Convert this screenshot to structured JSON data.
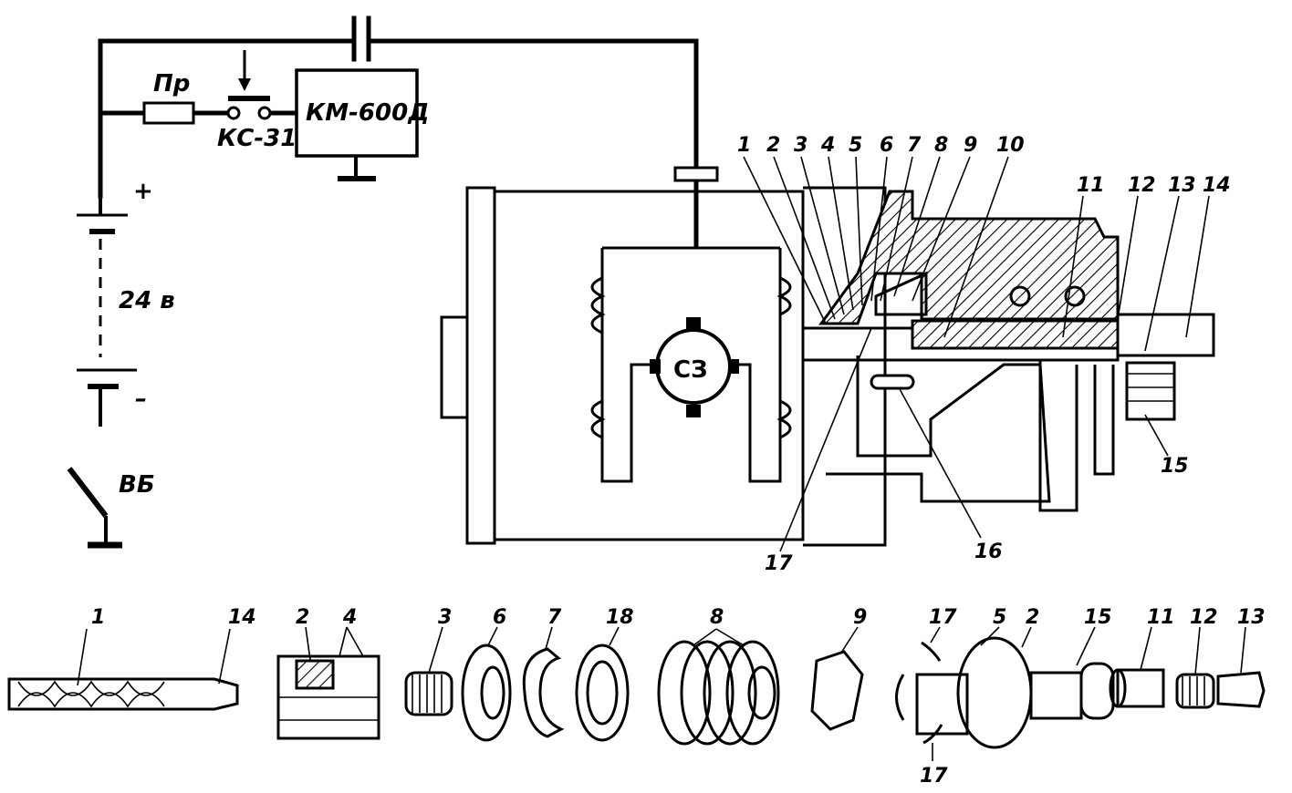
{
  "circuit": {
    "fuse_label": "Пр",
    "button_label": "КС-31",
    "relay_label": "КМ-600Д",
    "battery_plus": "+",
    "battery_voltage": "24 в",
    "battery_minus": "–",
    "switch_label": "ВБ",
    "motor_label": "СЗ"
  },
  "section_callouts": [
    "1",
    "2",
    "3",
    "4",
    "5",
    "6",
    "7",
    "8",
    "9",
    "10",
    "11",
    "12",
    "13",
    "14",
    "15",
    "16",
    "17"
  ],
  "parts_row_labels": [
    "1",
    "14",
    "2",
    "4",
    "3",
    "6",
    "7",
    "18",
    "8",
    "9",
    "17",
    "5",
    "2",
    "15",
    "11",
    "12",
    "13",
    "17"
  ]
}
